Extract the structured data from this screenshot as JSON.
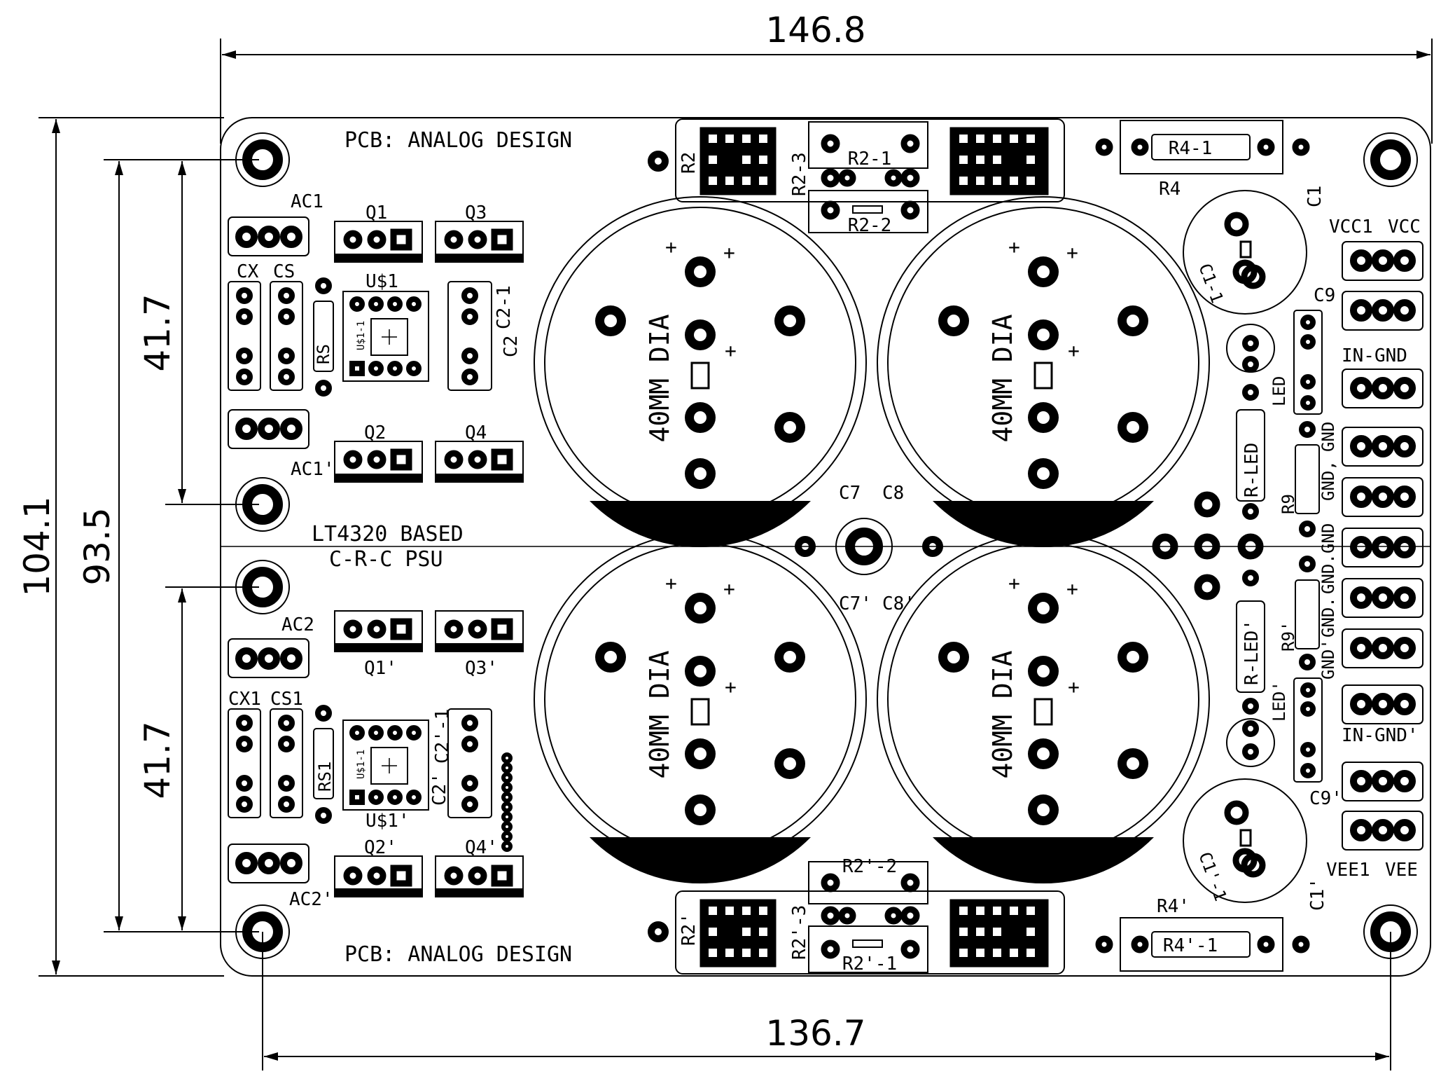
{
  "dimensions": {
    "top_width": "146.8",
    "bottom_width": "136.7",
    "board_height": "104.1",
    "hole_spacing": "93.5",
    "upper_half": "41.7",
    "lower_half": "41.7"
  },
  "titles": {
    "pcb_top": "PCB: ANALOG DESIGN",
    "pcb_bottom": "PCB: ANALOG DESIGN",
    "based_line1": "LT4320 BASED",
    "based_line2": "C-R-C PSU",
    "cap_label": "40MM DIA"
  },
  "labels": {
    "ac1": "AC1",
    "ac1p": "AC1'",
    "ac2": "AC2",
    "ac2p": "AC2'",
    "q1": "Q1",
    "q3": "Q3",
    "q2": "Q2",
    "q4": "Q4",
    "q1p": "Q1'",
    "q3p": "Q3'",
    "q2p": "Q2'",
    "q4p": "Q4'",
    "cx": "CX",
    "cs": "CS",
    "cx1": "CX1",
    "cs1": "CS1",
    "us1": "U$1",
    "us1p": "U$1'",
    "us1_1": "U$1-1",
    "us1_1p": "U$1-1",
    "rs": "RS",
    "rs1": "RS1",
    "c2_1": "C2-1",
    "c2": "C2",
    "c2p_1": "C2'-1",
    "c2p": "C2'",
    "r2": "R2",
    "r2p": "R2'",
    "r2_3": "R2-3",
    "r2p_3": "R2'-3",
    "r2_1": "R2-1",
    "r2_2": "R2-2",
    "r2p_2": "R2'-2",
    "r2p_1": "R2'-1",
    "r4_1": "R4-1",
    "r4": "R4",
    "r4p_1": "R4'-1",
    "r4p": "R4'",
    "c1": "C1",
    "c1_1": "C1-1",
    "c1p": "C1'",
    "c1p_1": "C1'-1",
    "vcc1": "VCC1",
    "vcc": "VCC",
    "c9": "C9",
    "c9p": "C9'",
    "in_gnd": "IN-GND",
    "in_gndp": "IN-GND'",
    "gnd_a": "GND",
    "gnd_b": "GND,",
    "gnd_c": "GND",
    "gnd_d": "GND.",
    "gnd_e": "GND.",
    "gnd_f": "GND'",
    "led": "LED",
    "ledp": "LED'",
    "r_led": "R-LED",
    "r_ledp": "R-LED'",
    "r9": "R9",
    "r9p": "R9'",
    "c7": "C7",
    "c8": "C8",
    "c7p": "C7'",
    "c8p": "C8'",
    "vee1": "VEE1",
    "vee": "VEE"
  }
}
